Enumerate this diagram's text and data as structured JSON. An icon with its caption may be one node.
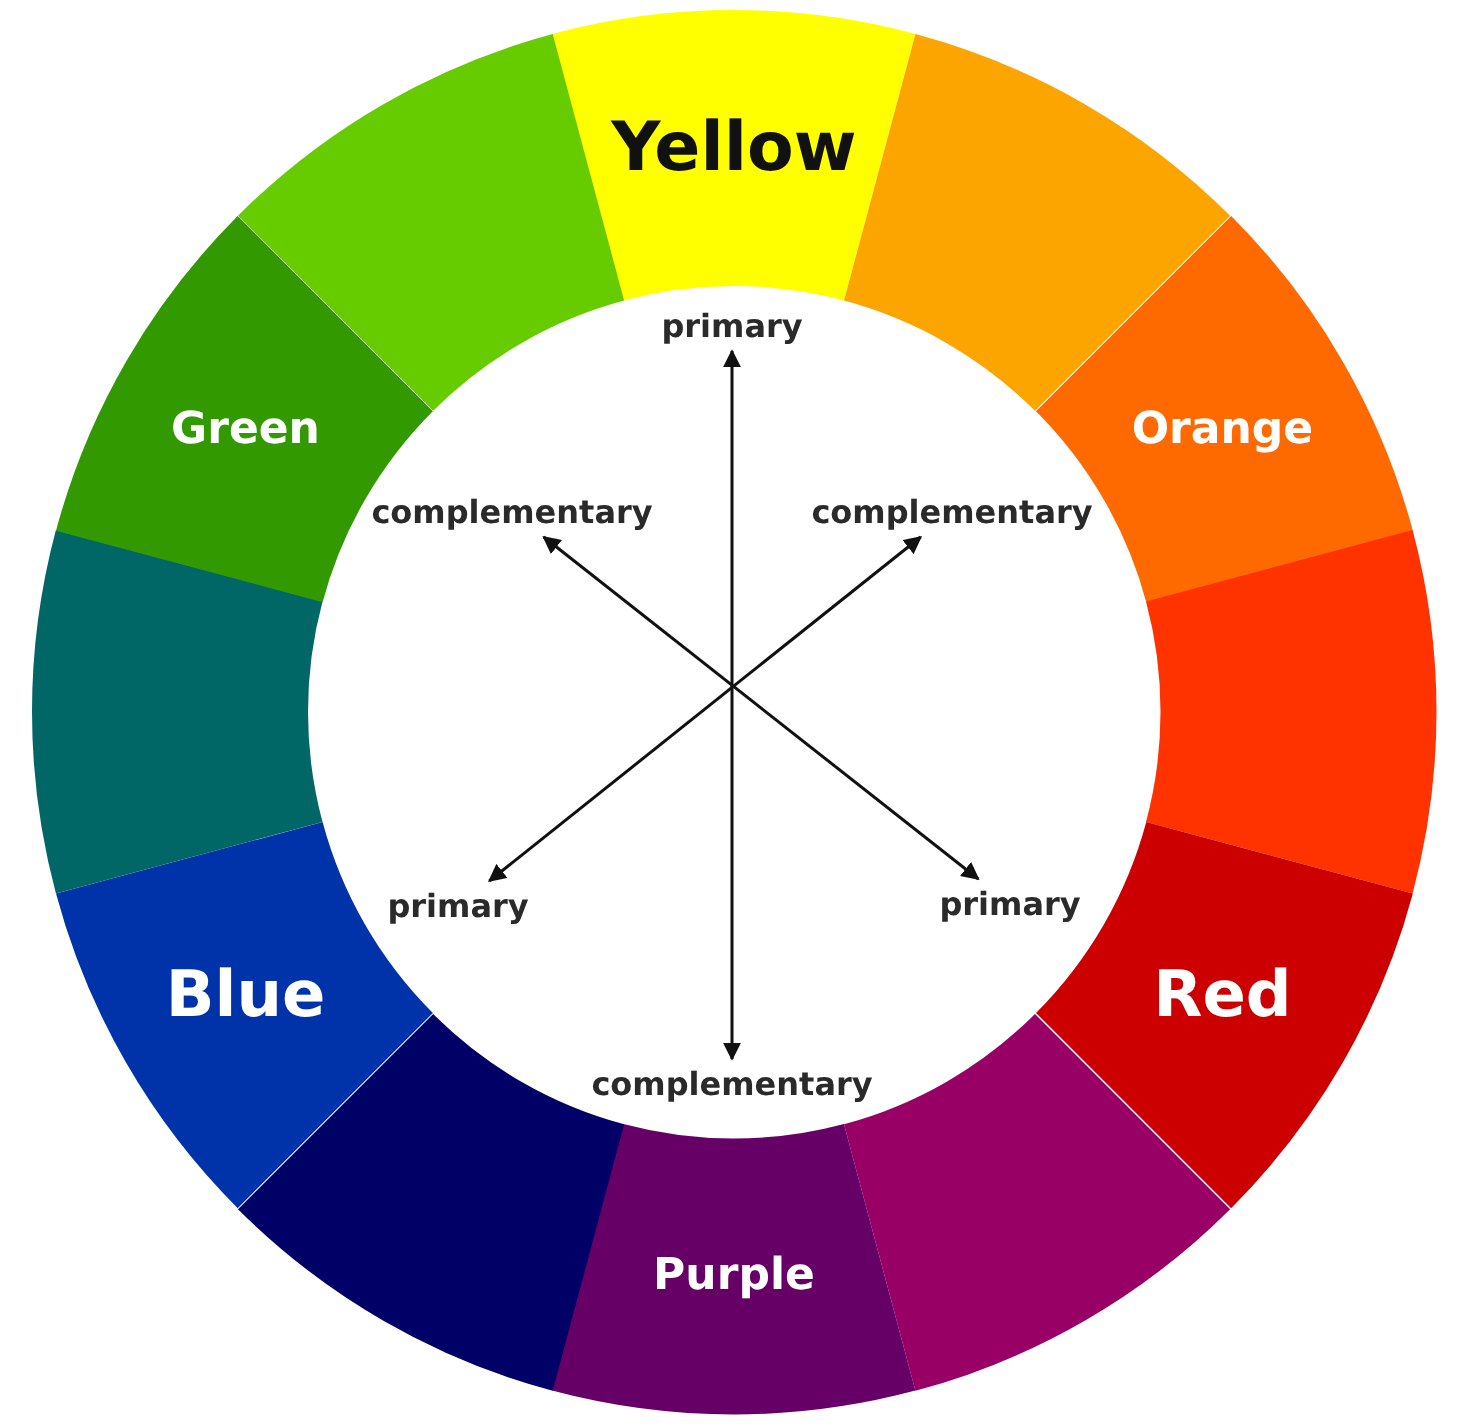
{
  "diagram": {
    "nodes": [
      {
        "text": [
          "Yellow"
        ]
      },
      {
        "text": [],
        "shape": "wedge"
      },
      {
        "text": [
          "Orange"
        ]
      },
      {
        "text": [],
        "shape": "wedge"
      },
      {
        "text": [
          "Red"
        ]
      },
      {
        "text": [],
        "shape": "wedge"
      },
      {
        "text": [
          "Purple"
        ]
      },
      {
        "text": [],
        "shape": "wedge"
      },
      {
        "text": [
          "Blue"
        ]
      },
      {
        "text": [],
        "shape": "wedge"
      },
      {
        "text": [
          "Green"
        ]
      },
      {
        "text": [],
        "shape": "wedge"
      },
      {
        "text": [
          "primary"
        ]
      },
      {
        "text": [
          "complementary"
        ]
      },
      {
        "text": [
          "complementary"
        ]
      },
      {
        "text": [
          "primary"
        ]
      },
      {
        "text": [
          "primary"
        ]
      },
      {
        "text": [
          "complementary"
        ]
      }
    ],
    "edges": [
      {
        "from": 12,
        "to": 17,
        "arrow": "both"
      },
      {
        "from": 13,
        "to": 16,
        "arrow": "both"
      },
      {
        "from": 14,
        "to": 15,
        "arrow": "both"
      }
    ]
  }
}
